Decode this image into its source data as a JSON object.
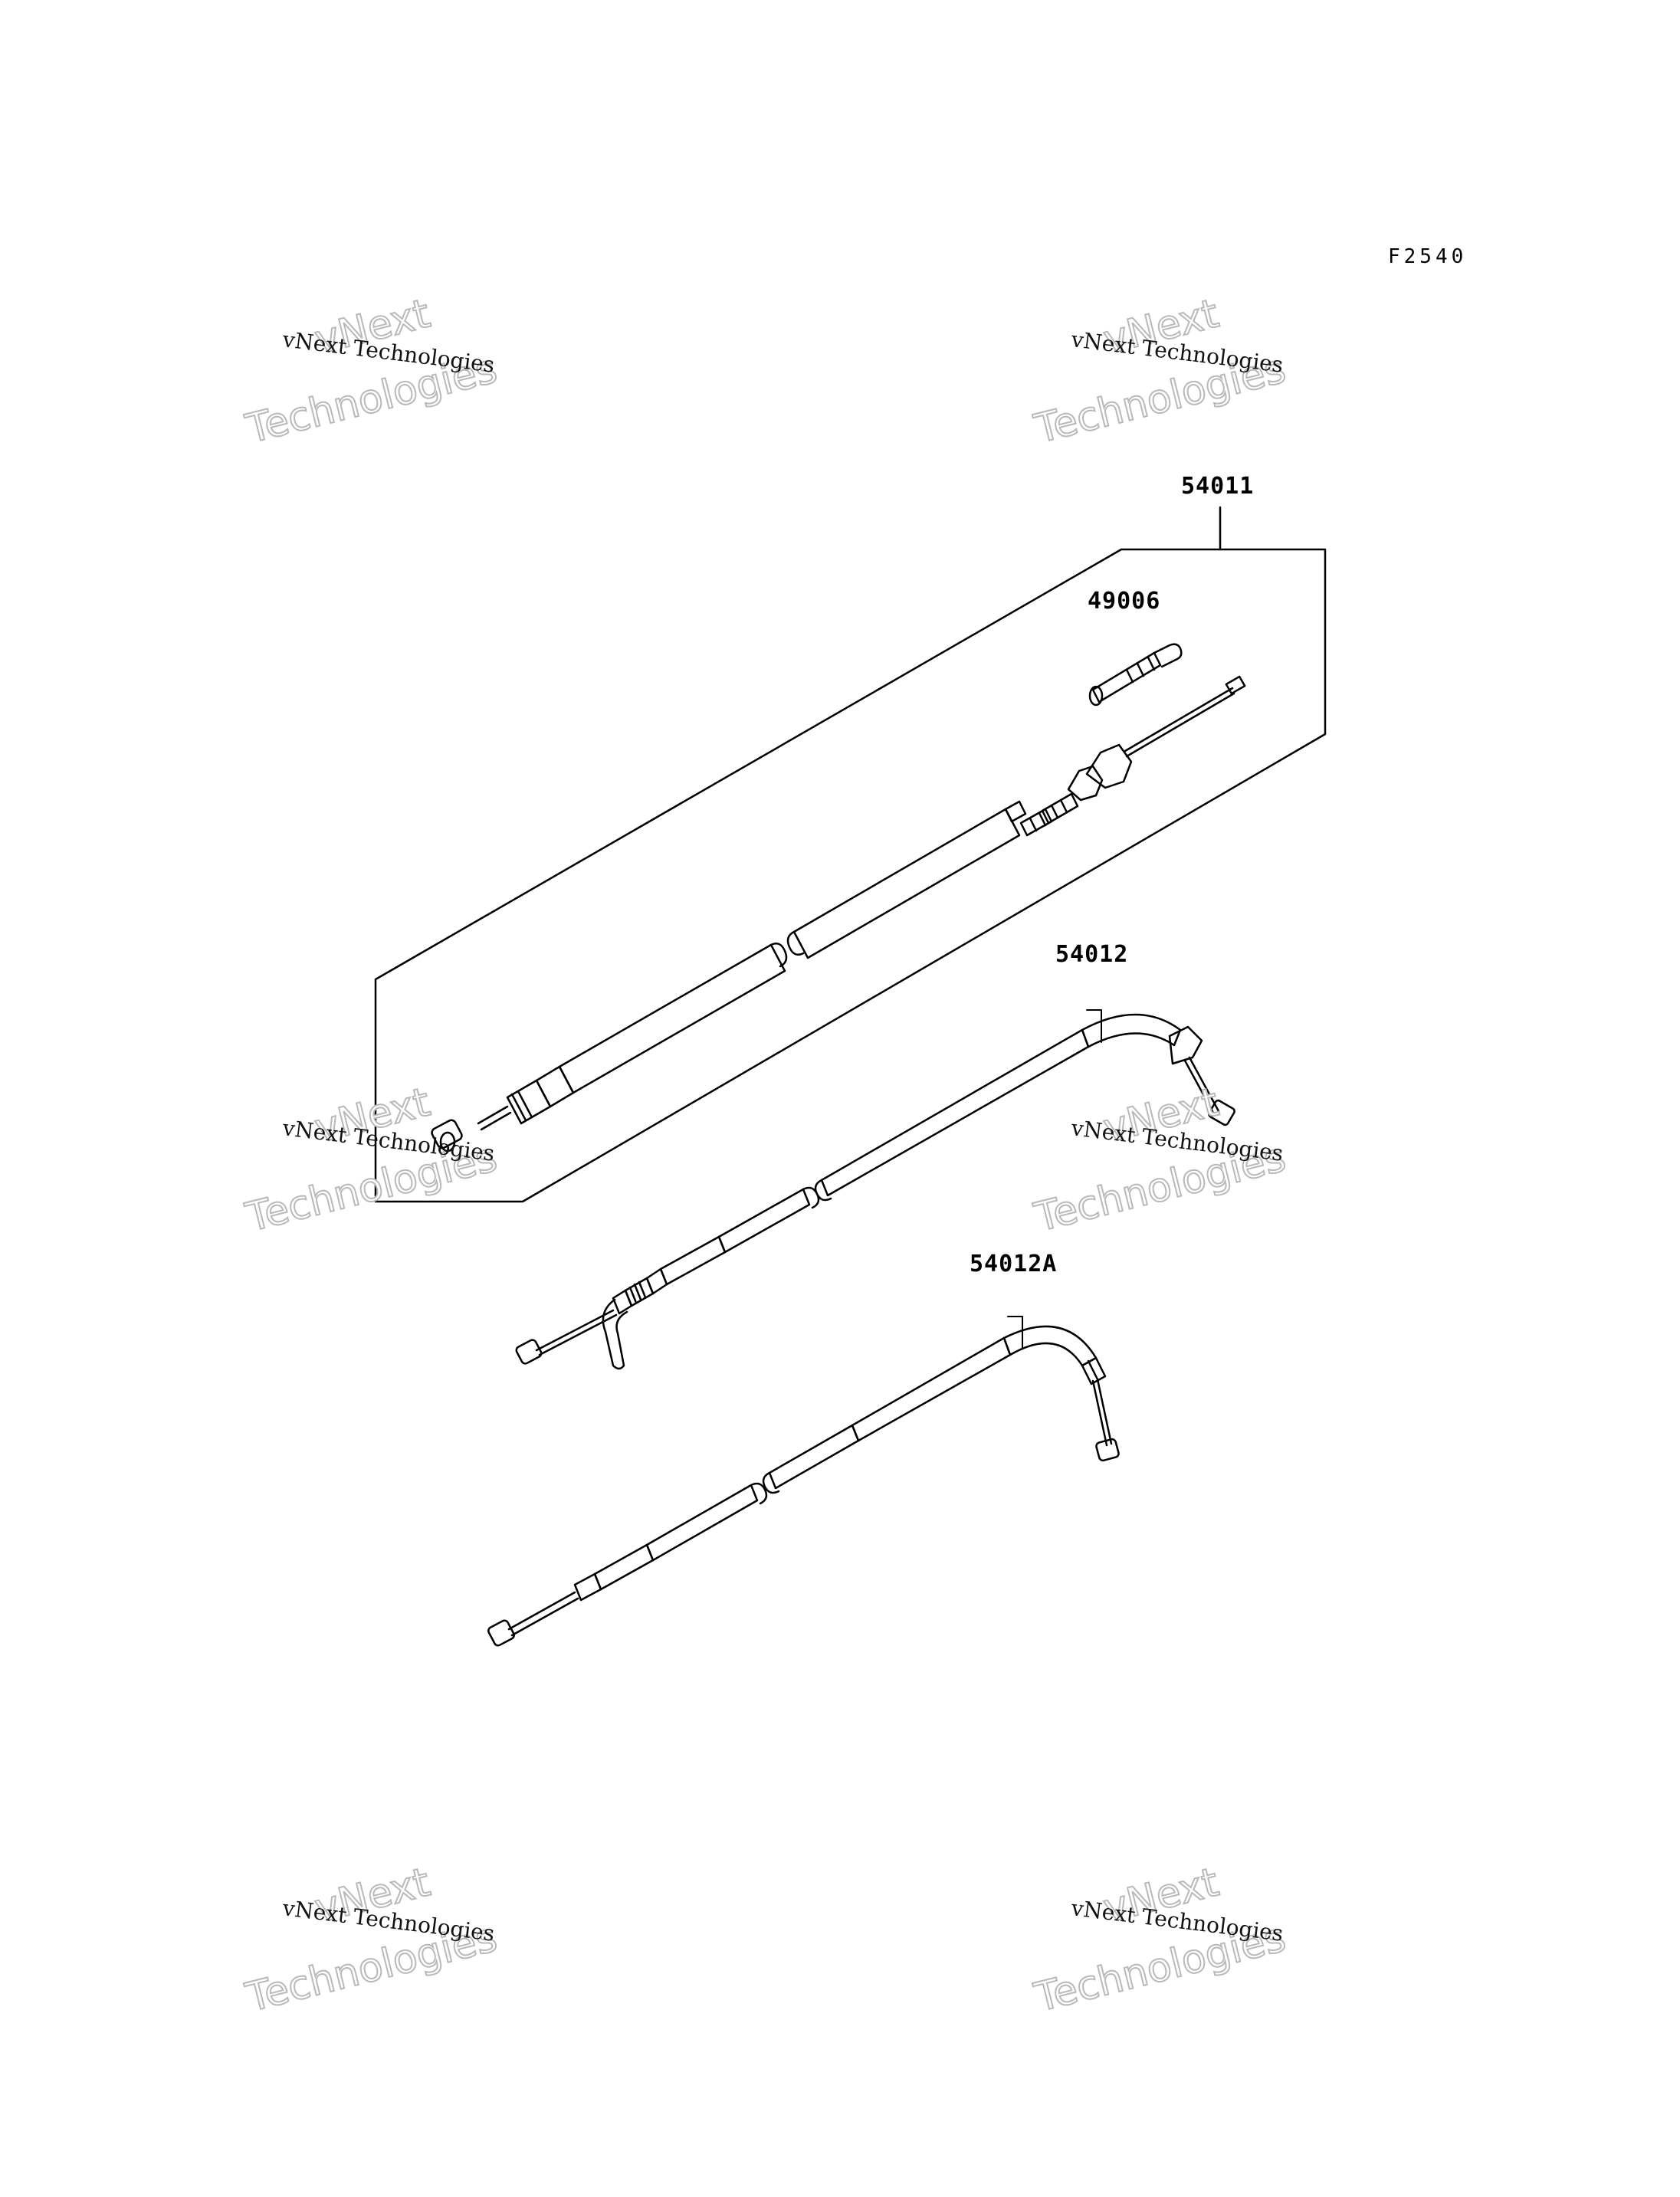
{
  "figure_code": "F2540",
  "parts": [
    {
      "id": "p-54011",
      "number": "54011"
    },
    {
      "id": "p-49006",
      "number": "49006"
    },
    {
      "id": "p-54012",
      "number": "54012"
    },
    {
      "id": "p-54012A",
      "number": "54012A"
    }
  ],
  "watermark": {
    "brand": "vNext",
    "line": "vNext Technologies",
    "word": "Technologies"
  },
  "colors": {
    "ink": "#000000",
    "watermark_outline": "#b9b9b9"
  }
}
